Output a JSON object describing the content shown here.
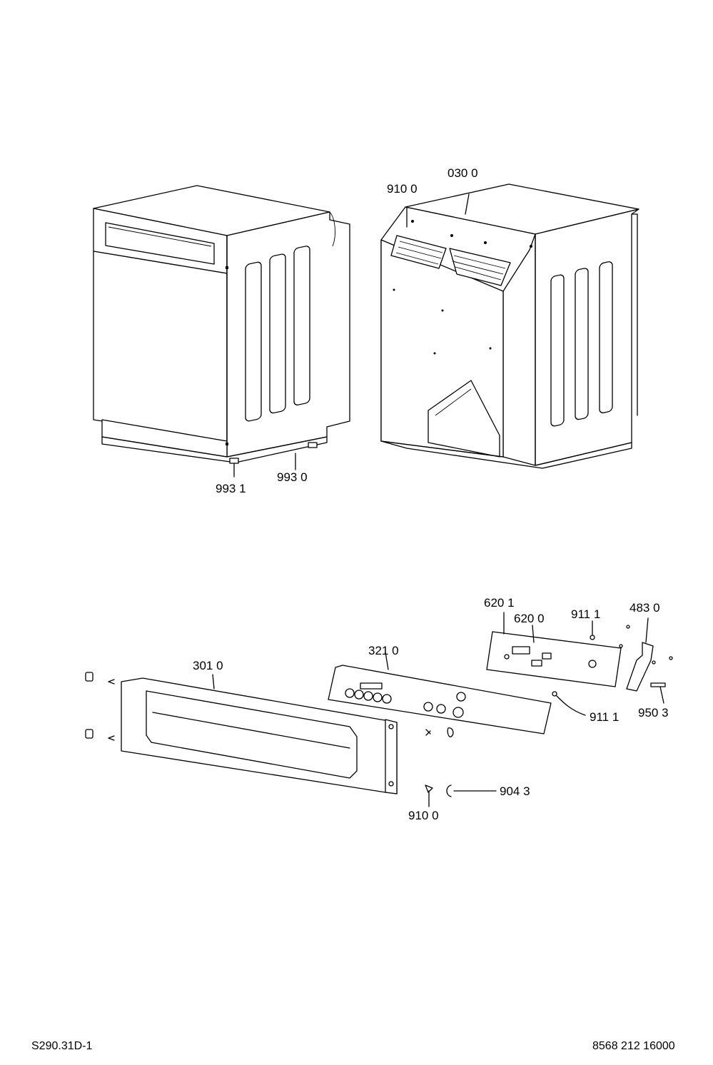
{
  "labels": {
    "cabinet_rear_top": "030 0",
    "screw_top": "910 0",
    "foot_left": "993 1",
    "foot_right": "993 0",
    "fascia": "301 0",
    "control_panel": "321 0",
    "board_a": "620 1",
    "board_b": "620 0",
    "spacer_top": "911 1",
    "cable": "483 0",
    "spacer_right": "911 1",
    "pin": "950 3",
    "clip": "904 3",
    "screw_bottom": "910 0"
  },
  "footer": {
    "left_code": "S290.31D-1",
    "right_code": "8568 212 16000"
  }
}
